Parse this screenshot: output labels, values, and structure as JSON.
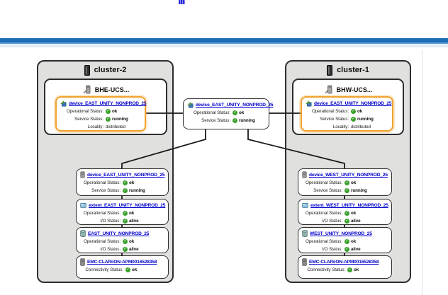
{
  "colors": {
    "topbar": "#1c6db4",
    "topbar_accent": "#5e9fd6",
    "topbar_strip": "#e2eefa",
    "cluster_bg": "#e0e0df",
    "highlight_orange": "#f0a22e",
    "link_blue": "#0000cc",
    "status_green": "#3aa02c"
  },
  "labels": {
    "operational": "Operational Status:",
    "service": "Service Status:",
    "io": "I/O Status:",
    "locality": "Locality:",
    "connectivity": "Connectivity Status:"
  },
  "values": {
    "ok": "ok",
    "running": "running",
    "alive": "alive",
    "distributed": "distributed"
  },
  "left_cluster": {
    "title": "cluster-2",
    "host": "BHE-UCS...",
    "device": "device_EAST_UNITY_NONPROD_25"
  },
  "right_cluster": {
    "title": "cluster-1",
    "host": "BHW-UCS...",
    "device": "device_EAST_UNITY_NONPROD_25"
  },
  "center": {
    "title": "device_EAST_UNITY_NONPROD_25"
  },
  "left_chain": {
    "device": "device_EAST_UNITY_NONPROD_25",
    "extent": "extent_EAST_UNITY_NONPROD_25",
    "volume": "EAST_UNITY_NONPROD_25",
    "array": "EMC-CLARiiON-APM0016528358"
  },
  "right_chain": {
    "device": "device_WEST_UNITY_NONPROD_25",
    "extent": "extent_WEST_UNITY_NONPROD_25",
    "volume": "WEST_UNITY_NONPROD_25",
    "array": "EMC-CLARiiON-APM0016528358"
  }
}
